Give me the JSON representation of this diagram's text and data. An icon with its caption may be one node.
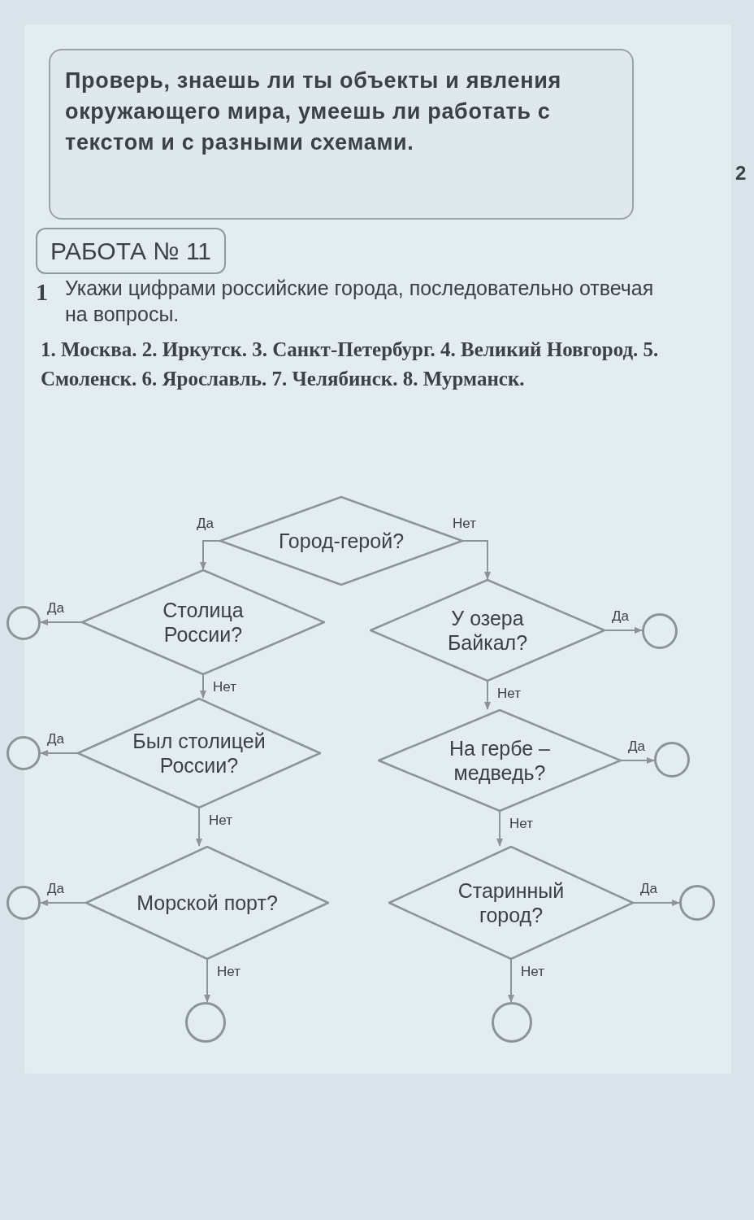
{
  "diagram": {
    "title": "РАБОТА № 11",
    "nodes": [
      {
        "text": [
          "Город-герой?"
        ]
      },
      {
        "text": [
          "Столица России?"
        ]
      },
      {
        "text": [
          "У озера Байкал?"
        ]
      },
      {
        "text": [],
        "shape": "circle"
      },
      {
        "text": [
          "Был столицей России?"
        ]
      },
      {
        "text": [
          "На гербе – медведь?"
        ]
      },
      {
        "text": [],
        "shape": "circle"
      },
      {
        "text": [],
        "shape": "circle"
      },
      {
        "text": [],
        "shape": "circle"
      },
      {
        "text": [
          "Морской порт?"
        ]
      },
      {
        "text": [
          "Старинный город?"
        ]
      },
      {
        "text": [],
        "shape": "circle"
      },
      {
        "text": [],
        "shape": "circle"
      },
      {
        "text": [],
        "shape": "circle"
      },
      {
        "text": [],
        "shape": "circle"
      }
    ],
    "edges": [
      {
        "from": 0,
        "to": 1,
        "arrow": "to",
        "label": "Да"
      },
      {
        "from": 0,
        "to": 2,
        "arrow": "to",
        "label": "Нет"
      },
      {
        "from": 1,
        "to": 3,
        "arrow": "to",
        "label": "Да"
      },
      {
        "from": 1,
        "to": 4,
        "arrow": "to",
        "label": "Нет"
      },
      {
        "from": 2,
        "to": 7,
        "arrow": "to",
        "label": "Да"
      },
      {
        "from": 2,
        "to": 5,
        "arrow": "to",
        "label": "Нет"
      },
      {
        "from": 4,
        "to": 6,
        "arrow": "to",
        "label": "Да"
      },
      {
        "from": 4,
        "to": 9,
        "arrow": "to",
        "label": "Нет"
      },
      {
        "from": 5,
        "to": 8,
        "arrow": "to",
        "label": "Да"
      },
      {
        "from": 5,
        "to": 10,
        "arrow": "to",
        "label": "Нет"
      },
      {
        "from": 9,
        "to": 11,
        "arrow": "to",
        "label": "Да"
      },
      {
        "from": 9,
        "to": 13,
        "arrow": "to",
        "label": "Нет"
      },
      {
        "from": 10,
        "to": 12,
        "arrow": "to",
        "label": "Да"
      },
      {
        "from": 10,
        "to": 14,
        "arrow": "to",
        "label": "Нет"
      }
    ],
    "labels": [
      "Проверь, знаешь ли ты объекты и явления окружающего мира, умеешь ли работать с текстом и с разными схемами.",
      "2",
      "1",
      "Укажи цифрами российские города, последовательно отвечая на вопросы.",
      "1. Москва. 2. Иркутск. 3. Санкт-Петербург. 4. Великий Новгород. 5. Смоленск. 6. Ярославль. 7. Челябинск. 8. Мурманск."
    ]
  }
}
